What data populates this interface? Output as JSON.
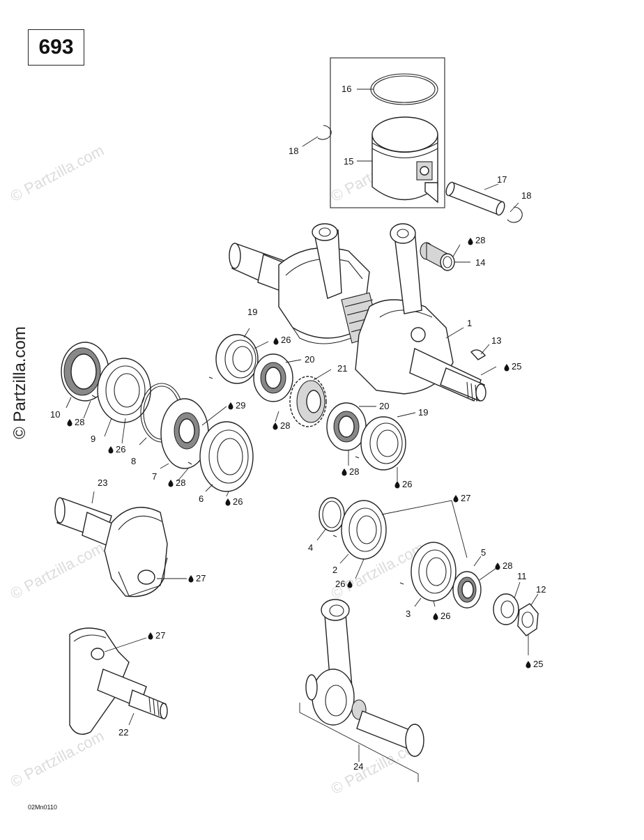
{
  "header": {
    "diagram_code": "693"
  },
  "footer": {
    "reference_code": "02Mn0110"
  },
  "watermark": {
    "text": "© Partzilla.com"
  },
  "callouts": [
    {
      "id": "c16",
      "label": "16"
    },
    {
      "id": "c18a",
      "label": "18"
    },
    {
      "id": "c15",
      "label": "15"
    },
    {
      "id": "c17",
      "label": "17"
    },
    {
      "id": "c18b",
      "label": "18"
    },
    {
      "id": "c28a",
      "label": "28",
      "lube": true
    },
    {
      "id": "c14",
      "label": "14"
    },
    {
      "id": "c1",
      "label": "1"
    },
    {
      "id": "c13",
      "label": "13"
    },
    {
      "id": "c25a",
      "label": "25",
      "lube": true
    },
    {
      "id": "c19a",
      "label": "19"
    },
    {
      "id": "c26a",
      "label": "26",
      "lube": true
    },
    {
      "id": "c20a",
      "label": "20"
    },
    {
      "id": "c21",
      "label": "21"
    },
    {
      "id": "c28b",
      "label": "28",
      "lube": true
    },
    {
      "id": "c20b",
      "label": "20"
    },
    {
      "id": "c19b",
      "label": "19"
    },
    {
      "id": "c10",
      "label": "10"
    },
    {
      "id": "c28c",
      "label": "28",
      "lube": true
    },
    {
      "id": "c9",
      "label": "9"
    },
    {
      "id": "c26b",
      "label": "26",
      "lube": true
    },
    {
      "id": "c8",
      "label": "8"
    },
    {
      "id": "c29",
      "label": "29",
      "lube": true
    },
    {
      "id": "c7",
      "label": "7"
    },
    {
      "id": "c28d",
      "label": "28",
      "lube": true
    },
    {
      "id": "c6",
      "label": "6"
    },
    {
      "id": "c26c",
      "label": "26",
      "lube": true
    },
    {
      "id": "c28e",
      "label": "28",
      "lube": true
    },
    {
      "id": "c26d",
      "label": "26",
      "lube": true
    },
    {
      "id": "c23",
      "label": "23"
    },
    {
      "id": "c27a",
      "label": "27",
      "lube": true
    },
    {
      "id": "c27b",
      "label": "27",
      "lube": true
    },
    {
      "id": "c4",
      "label": "4"
    },
    {
      "id": "c2",
      "label": "2"
    },
    {
      "id": "c26e",
      "label": "26",
      "lube": true
    },
    {
      "id": "c5",
      "label": "5"
    },
    {
      "id": "c28f",
      "label": "28",
      "lube": true
    },
    {
      "id": "c11",
      "label": "11"
    },
    {
      "id": "c12",
      "label": "12"
    },
    {
      "id": "c3",
      "label": "3"
    },
    {
      "id": "c26f",
      "label": "26",
      "lube": true
    },
    {
      "id": "c25b",
      "label": "25",
      "lube": true
    },
    {
      "id": "c27c",
      "label": "27",
      "lube": true
    },
    {
      "id": "c22",
      "label": "22"
    },
    {
      "id": "c24",
      "label": "24"
    }
  ]
}
